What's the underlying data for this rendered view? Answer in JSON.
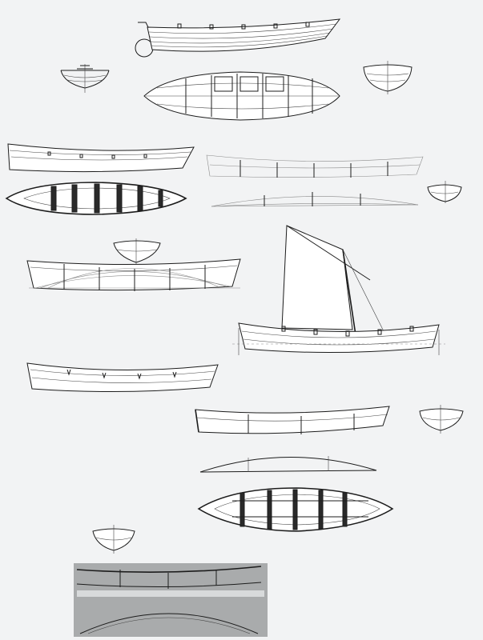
{
  "sheet": {
    "background": "#f2f3f4",
    "ink": "#1c1c1c"
  },
  "drawings": [
    {
      "name": "longboat-profile-top",
      "view": "profile"
    },
    {
      "name": "longboat-small-body-section",
      "view": "section"
    },
    {
      "name": "longboat-half-breadth-plan",
      "view": "plan"
    },
    {
      "name": "longboat-large-body-section",
      "view": "section"
    },
    {
      "name": "rowing-boat-profile",
      "view": "profile"
    },
    {
      "name": "rowing-boat-deck-plan",
      "view": "plan"
    },
    {
      "name": "faint-boat-profile",
      "view": "profile"
    },
    {
      "name": "faint-boat-plan",
      "view": "plan"
    },
    {
      "name": "faint-boat-section",
      "view": "section"
    },
    {
      "name": "lines-plan-boat",
      "view": "lines"
    },
    {
      "name": "sailing-boat-with-spritsail",
      "view": "sail-plan"
    },
    {
      "name": "open-boat-profile",
      "view": "profile"
    },
    {
      "name": "square-stern-boat-profile",
      "view": "profile"
    },
    {
      "name": "square-stern-boat-section",
      "view": "section"
    },
    {
      "name": "square-stern-boat-waterline",
      "view": "plan"
    },
    {
      "name": "square-stern-boat-deck-plan",
      "view": "plan"
    },
    {
      "name": "photo-boat-section",
      "view": "section"
    },
    {
      "name": "photo-boat-lines",
      "view": "photograph"
    }
  ]
}
